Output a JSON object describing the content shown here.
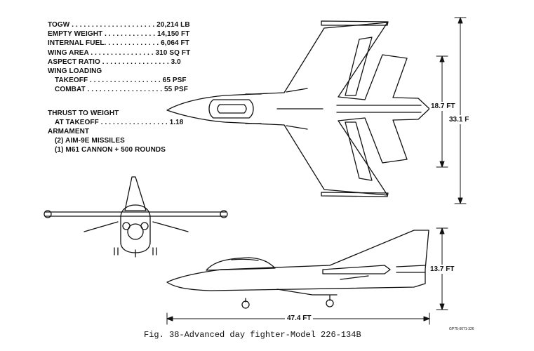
{
  "specs": {
    "togw": "TOGW . . . . . . . . . . . . . . . . . . . . . 20,214 LB",
    "empty_weight": "EMPTY WEIGHT . . . . . . . . . . . . . 14,150 FT",
    "internal_fuel": "INTERNAL FUEL. . . . . . . . . . . . . . 6,064 FT",
    "wing_area": "WING AREA . . . . . . . . . . . . . . . . 310 SQ FT",
    "aspect_ratio": "ASPECT RATIO . . . . . . . . . . . . . . . . . 3.0",
    "wing_loading": "WING LOADING",
    "takeoff": "TAKEOFF . . . . . . . . . . . . . . . . . . 65 PSF",
    "combat": "COMBAT . . . . . . . . . . . . . . . . . . . 55 PSF",
    "thrust_to_weight": "THRUST TO WEIGHT",
    "at_takeoff": "AT TAKEOFF . . . . . . . . . . . . . . . . . 1.18",
    "armament": "ARMAMENT",
    "missiles": "(2) AIM-9E MISSILES",
    "cannon": "(1) M61 CANNON + 500 ROUNDS"
  },
  "dimensions": {
    "wingspan": "18.7 FT",
    "length_top": "33.1 F",
    "height": "13.7 FT",
    "length": "47.4 FT"
  },
  "caption": "Fig. 38-Advanced day fighter-Model 226-134B",
  "drawing_ref": "GP75-0071-326"
}
